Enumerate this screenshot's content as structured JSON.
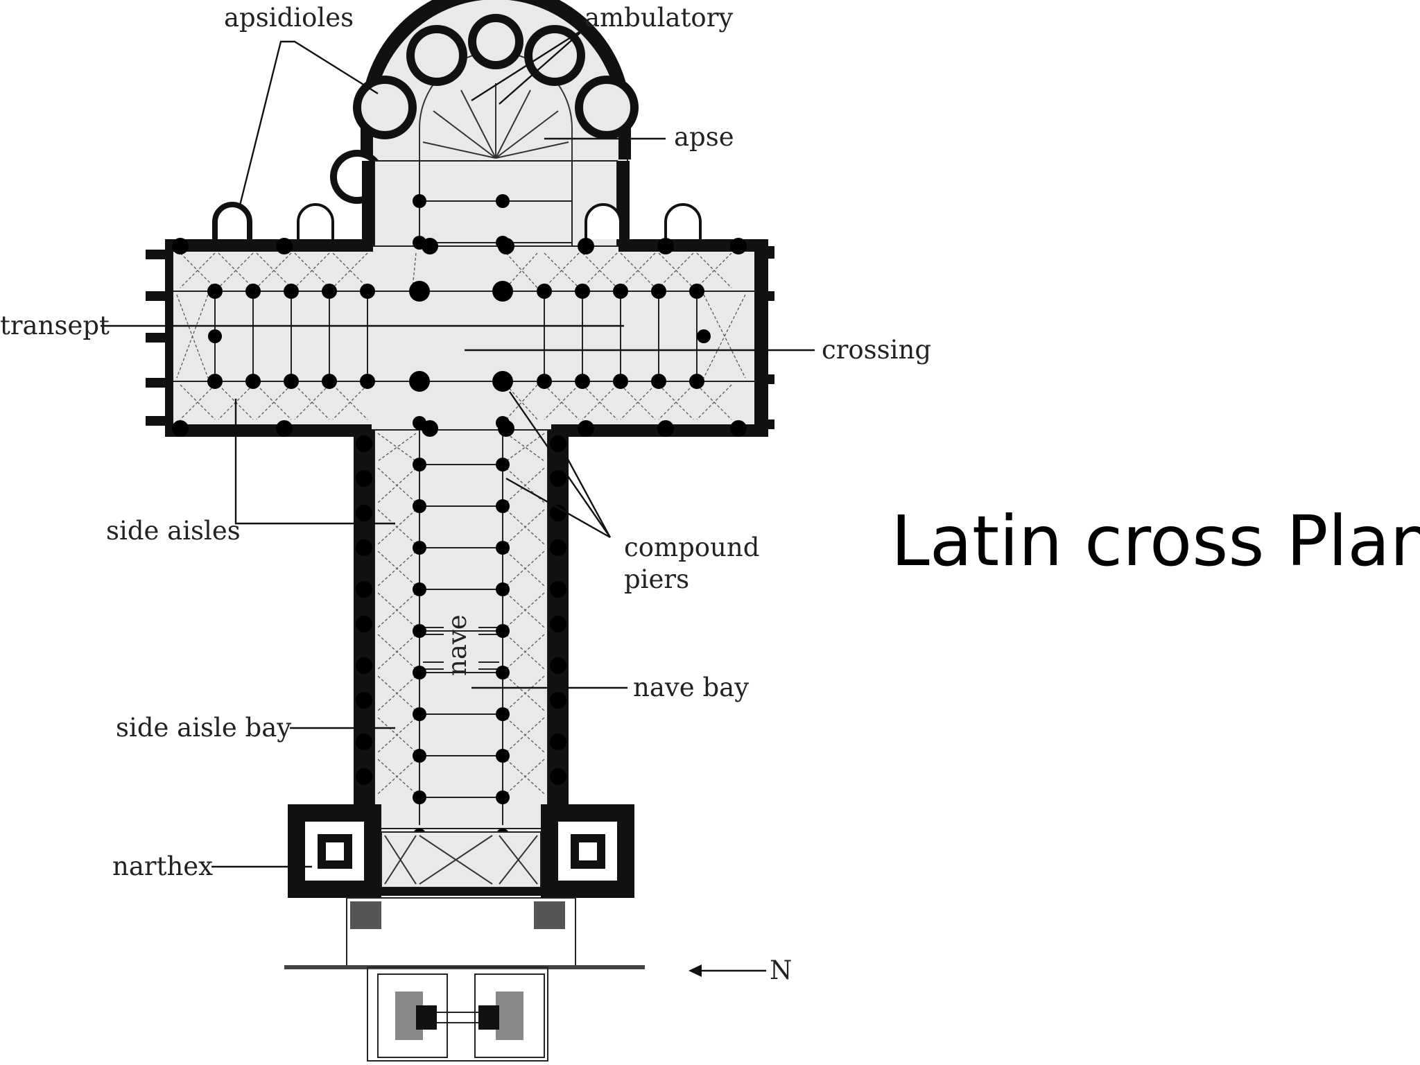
{
  "title": "Latin cross Plan",
  "labels": {
    "apsidioles": "apsidioles",
    "ambulatory": "ambulatory",
    "apse": "apse",
    "transept": "transept",
    "crossing": "crossing",
    "side_aisles": "side aisles",
    "compound_piers_line1": "compound",
    "compound_piers_line2": "piers",
    "nave": "nave",
    "nave_bay": "nave bay",
    "side_aisle_bay": "side aisle bay",
    "narthex": "narthex",
    "north": "N"
  }
}
